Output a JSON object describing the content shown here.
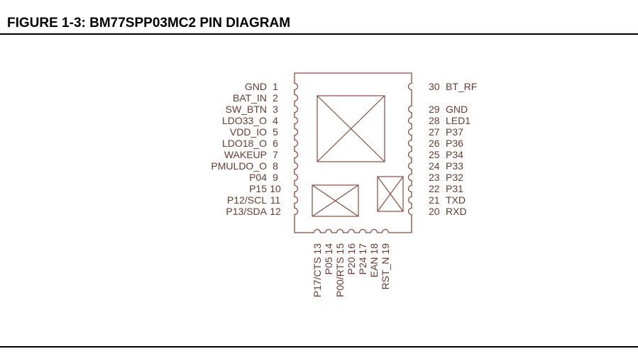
{
  "figure": {
    "title": "FIGURE 1-3:  BM77SPP03MC2 PIN DIAGRAM"
  },
  "colors": {
    "outline": "#8a4a3c",
    "text": "#6b3a2e",
    "rule": "#000000"
  },
  "pins": {
    "left": [
      {
        "num": "1",
        "name": "GND"
      },
      {
        "num": "2",
        "name": "BAT_IN"
      },
      {
        "num": "3",
        "name": "SW_BTN"
      },
      {
        "num": "4",
        "name": "LDO33_O"
      },
      {
        "num": "5",
        "name": "VDD_IO"
      },
      {
        "num": "6",
        "name": "LDO18_O"
      },
      {
        "num": "7",
        "name": "WAKEUP"
      },
      {
        "num": "8",
        "name": "PMULDO_O"
      },
      {
        "num": "9",
        "name": "P04"
      },
      {
        "num": "10",
        "name": "P15"
      },
      {
        "num": "11",
        "name": "P12/SCL"
      },
      {
        "num": "12",
        "name": "P13/SDA"
      }
    ],
    "right": [
      {
        "num": "30",
        "name": "BT_RF"
      },
      {
        "num": "29",
        "name": "GND"
      },
      {
        "num": "28",
        "name": "LED1"
      },
      {
        "num": "27",
        "name": "P37"
      },
      {
        "num": "26",
        "name": "P36"
      },
      {
        "num": "25",
        "name": "P34"
      },
      {
        "num": "24",
        "name": "P33"
      },
      {
        "num": "23",
        "name": "P32"
      },
      {
        "num": "22",
        "name": "P31"
      },
      {
        "num": "21",
        "name": "TXD"
      },
      {
        "num": "20",
        "name": "RXD"
      }
    ],
    "bottom": [
      {
        "num": "13",
        "name": "P17/CTS"
      },
      {
        "num": "14",
        "name": "P05"
      },
      {
        "num": "15",
        "name": "P00/RTS"
      },
      {
        "num": "16",
        "name": "P20"
      },
      {
        "num": "17",
        "name": "P24"
      },
      {
        "num": "18",
        "name": "EAN"
      },
      {
        "num": "19",
        "name": "RST_N"
      }
    ]
  }
}
